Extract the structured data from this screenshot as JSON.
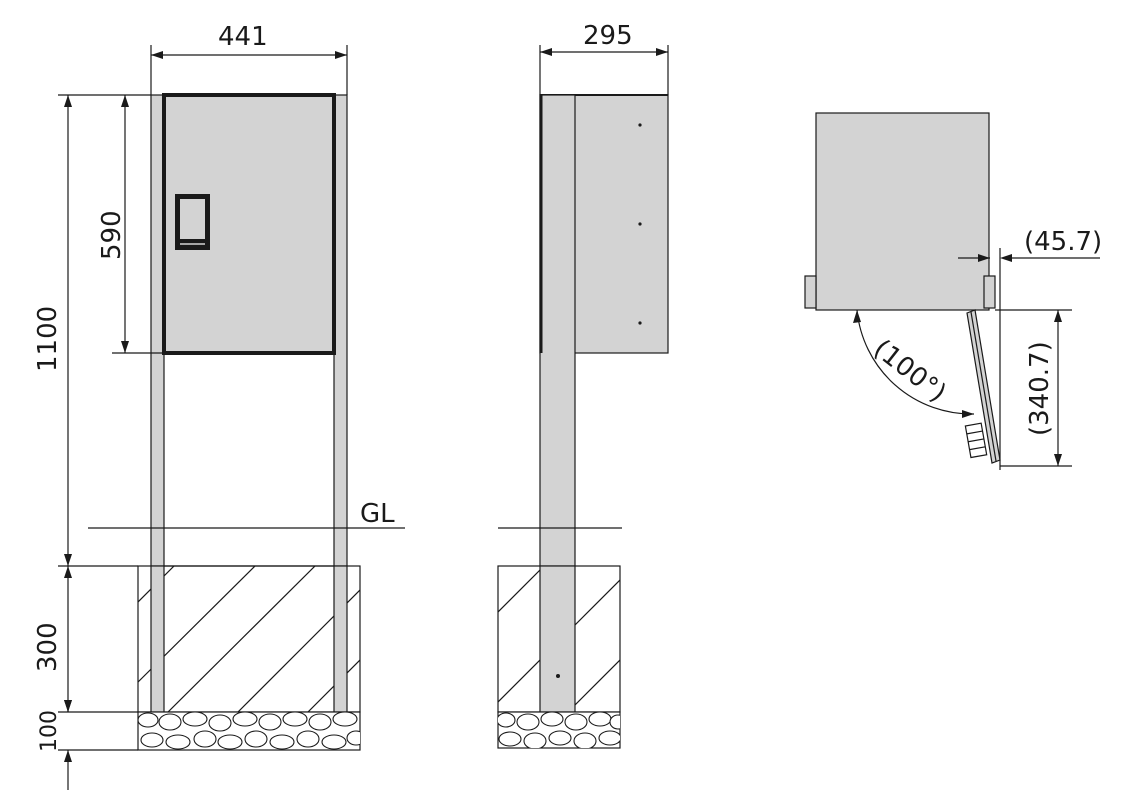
{
  "labels": {
    "width_front": "441",
    "width_side": "295",
    "height_total": "1100",
    "height_box": "590",
    "foundation_depth": "300",
    "gravel_depth": "100",
    "ground_line": "GL",
    "door_offset": "(45.7)",
    "door_swing_depth": "(340.7)",
    "door_angle": "(100°)"
  },
  "colors": {
    "panel": "#d3d3d3",
    "line": "#1a1a1a",
    "background": "#ffffff"
  }
}
